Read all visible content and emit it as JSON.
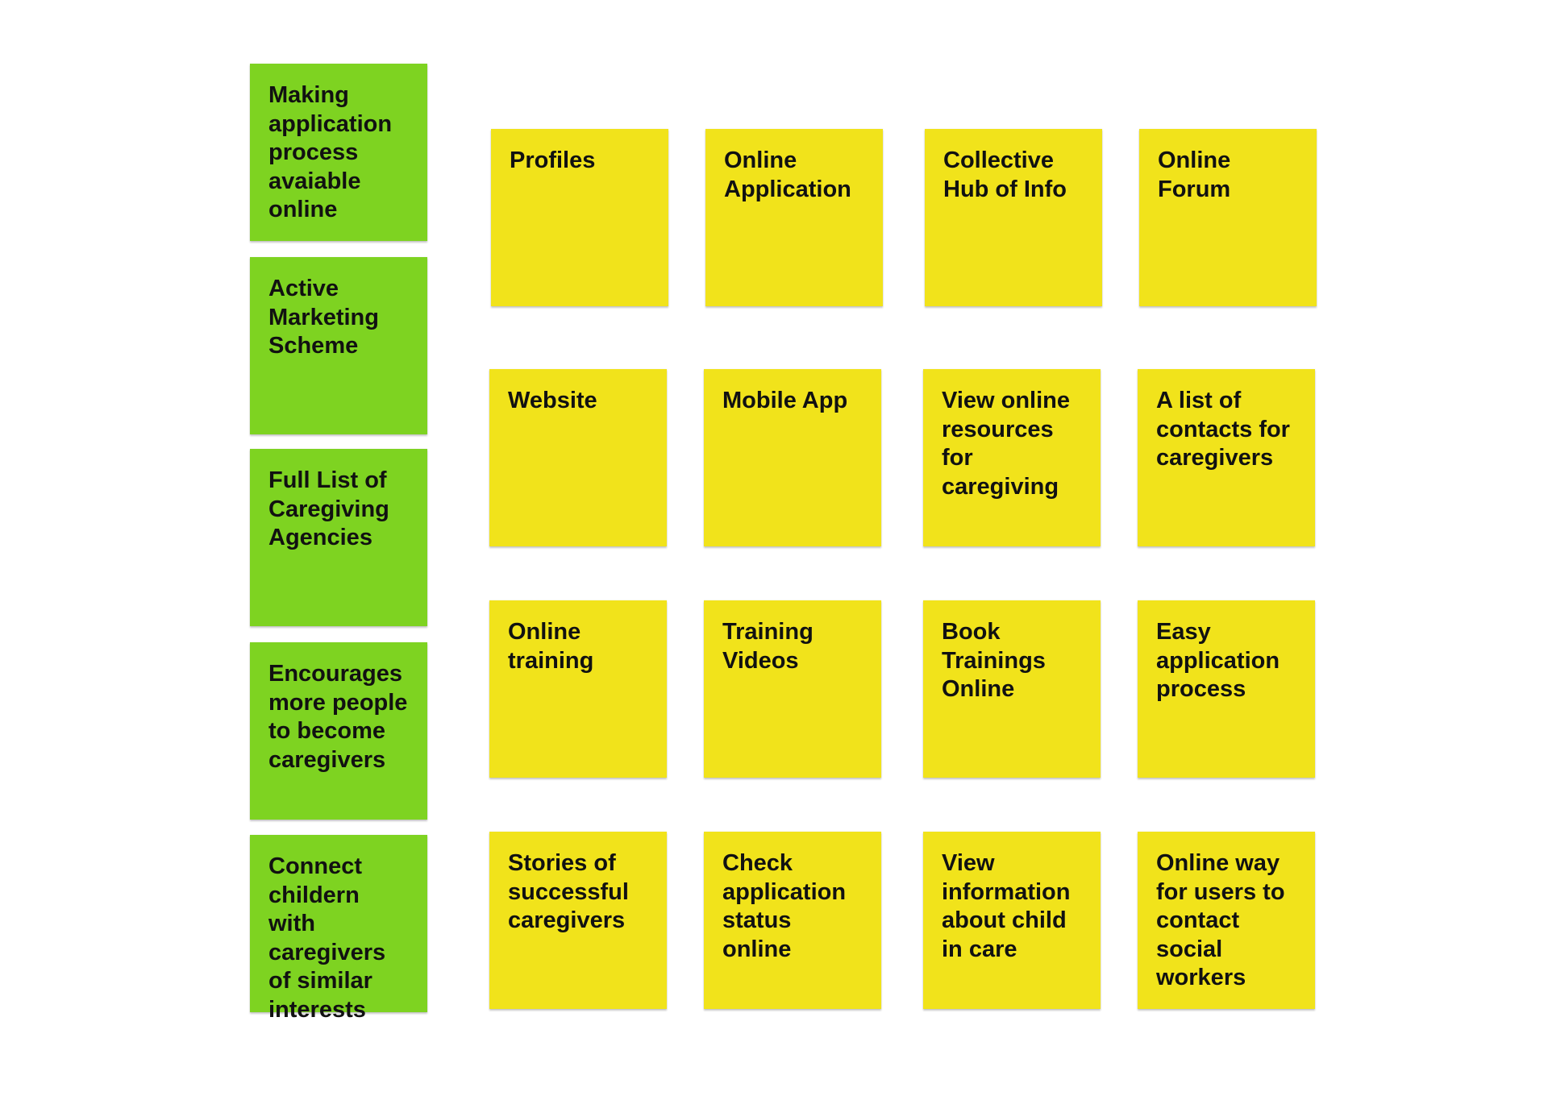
{
  "colors": {
    "green_note": "#7ed321",
    "yellow_note": "#f1e31b",
    "text": "#111111",
    "background": "#ffffff"
  },
  "green_notes": [
    "Making\napplication\nprocess\navaiable\nonline",
    "Active\nMarketing\nScheme",
    "Full List of\nCaregiving\nAgencies",
    "Encourages\nmore people\nto become\ncaregivers",
    "Connect\nchildern\nwith\ncaregivers\nof similar\ninterests"
  ],
  "yellow_notes": [
    "Profiles",
    "Online\nApplication",
    "Collective\nHub of Info",
    "Online\nForum",
    "Website",
    "Mobile App",
    "View online\nresources\nfor\ncaregiving",
    "A list of\ncontacts for\ncaregivers",
    "Online\ntraining",
    "Training\nVideos",
    "Book\nTrainings\nOnline",
    "Easy\napplication\nprocess",
    "Stories of\nsuccessful\ncaregivers",
    "Check\napplication\nstatus\nonline",
    "View\ninformation\nabout child\nin care",
    "Online way\nfor users  to\ncontact\nsocial\nworkers"
  ]
}
